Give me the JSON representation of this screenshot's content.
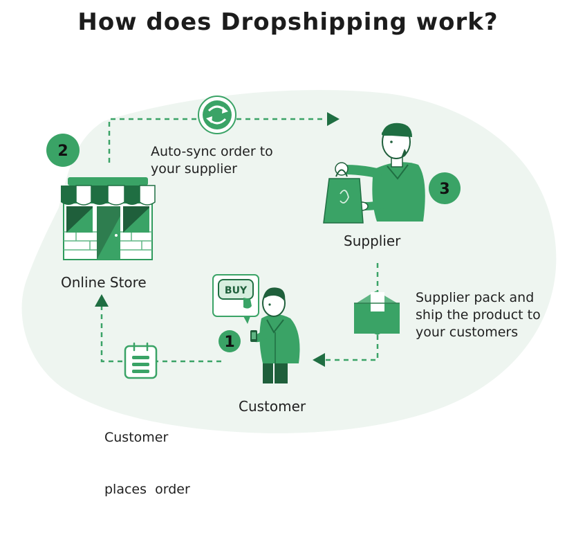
{
  "title": "How does Dropshipping work?",
  "nodes": {
    "online_store": "Online Store",
    "supplier": "Supplier",
    "customer": "Customer"
  },
  "steps": {
    "step1": "1",
    "step2": "2",
    "step3": "3"
  },
  "edges": {
    "auto_sync": [
      "Auto-sync order to",
      "your supplier"
    ],
    "supplier_pack": [
      "Supplier pack and",
      "ship the product to",
      "your customers"
    ],
    "customer_places": [
      "Customer",
      "places  order"
    ]
  },
  "buy_sign": "BUY",
  "colors": {
    "primary": "#2e9a5c",
    "dark": "#1f6e42",
    "light_bg": "#eef5f0",
    "badge": "#3aa366"
  },
  "icons": [
    "sync-icon",
    "shop-icon",
    "supplier-icon",
    "shopping-bag-icon",
    "package-box-icon",
    "order-list-icon",
    "buy-sign-icon",
    "customer-icon",
    "phone-icon"
  ]
}
